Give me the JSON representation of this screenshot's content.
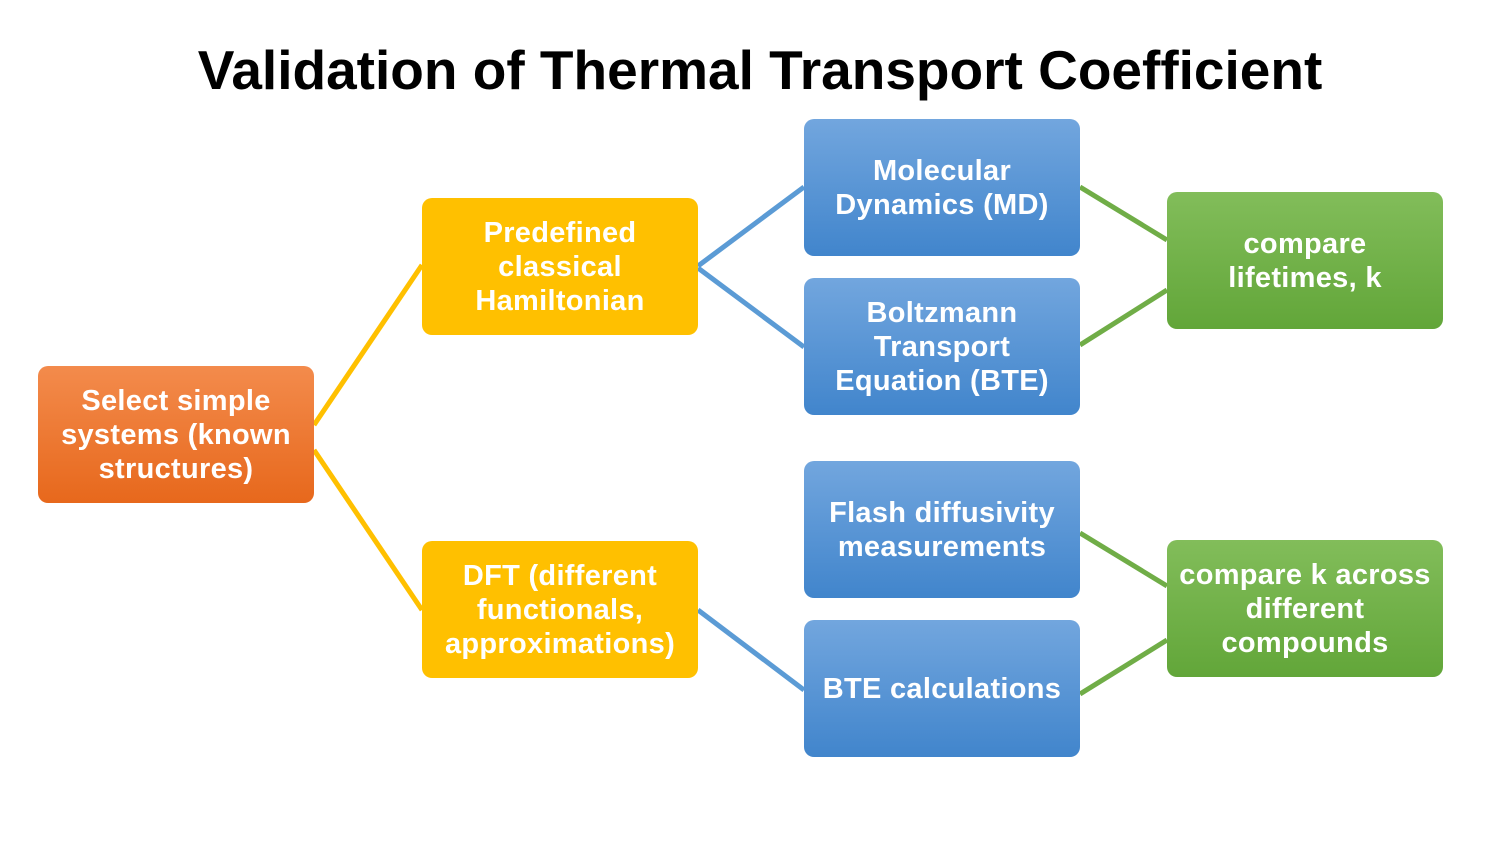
{
  "title": "Validation of Thermal Transport Coefficient",
  "nodes": {
    "select": "Select simple systems (known structures)",
    "hamiltonian": "Predefined classical Hamiltonian",
    "dft": "DFT (different functionals, approximations)",
    "md": "Molecular Dynamics (MD)",
    "bte": "Boltzmann Transport Equation (BTE)",
    "flash": "Flash diffusivity measurements",
    "bte_calc": "BTE calculations",
    "compare_lifetimes": "compare lifetimes, k",
    "compare_k": "compare k across different compounds"
  },
  "colors": {
    "orange": "#e97a35",
    "yellow": "#ffc000",
    "blue": "#5b9bd5",
    "green": "#70ad47"
  }
}
